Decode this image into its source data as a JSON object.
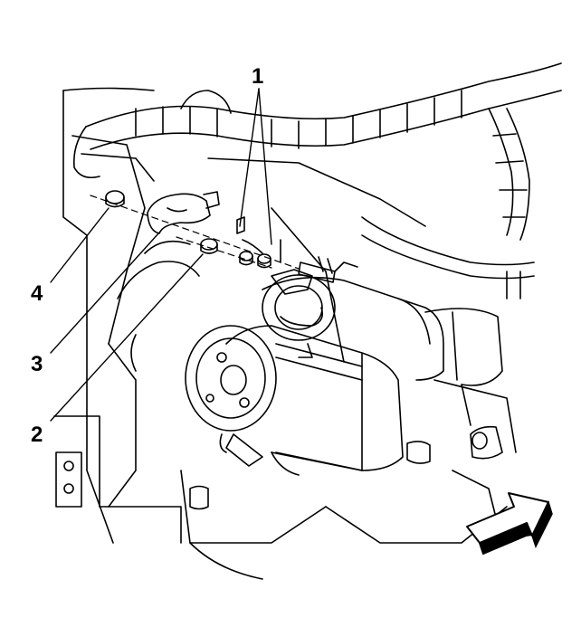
{
  "callouts": {
    "one": "1",
    "two": "2",
    "three": "3",
    "four": "4"
  },
  "colors": {
    "line": "#000000",
    "background": "#ffffff"
  },
  "icons": {
    "direction": "forward-arrow-icon"
  }
}
